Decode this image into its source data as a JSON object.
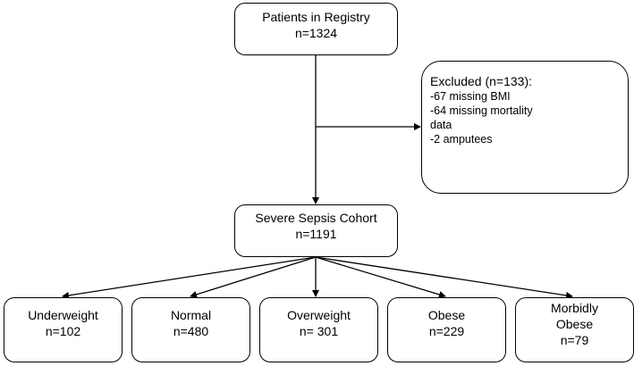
{
  "registry": {
    "title": "Patients in Registry",
    "count": "n=1324"
  },
  "excluded": {
    "title": "Excluded (n=133):",
    "reasons": [
      "-67 missing BMI",
      "-64 missing mortality",
      "data",
      "-2 amputees"
    ]
  },
  "cohort": {
    "title": "Severe Sepsis Cohort",
    "count": "n=1191"
  },
  "groups": [
    {
      "label": "Underweight",
      "count": "n=102"
    },
    {
      "label": "Normal",
      "count": "n=480"
    },
    {
      "label": "Overweight",
      "count": "n= 301"
    },
    {
      "label": "Obese",
      "count": "n=229"
    },
    {
      "label_line1": "Morbidly",
      "label_line2": "Obese",
      "count": "n=79"
    }
  ]
}
